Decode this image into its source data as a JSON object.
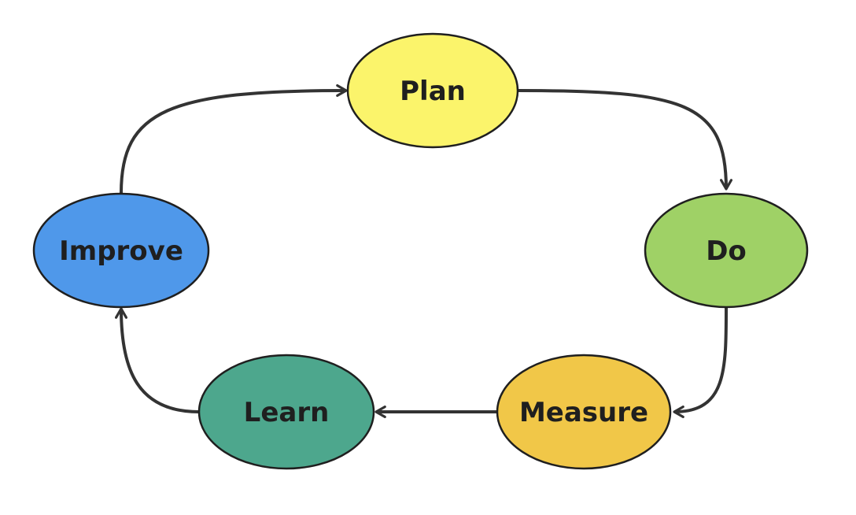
{
  "nodes": [
    {
      "id": "plan",
      "label": "Plan",
      "color": "#fbf46b"
    },
    {
      "id": "do",
      "label": "Do",
      "color": "#9fd166"
    },
    {
      "id": "measure",
      "label": "Measure",
      "color": "#f1c748"
    },
    {
      "id": "learn",
      "label": "Learn",
      "color": "#4da78d"
    },
    {
      "id": "improve",
      "label": "Improve",
      "color": "#4f98ea"
    }
  ],
  "edges": [
    {
      "from": "plan",
      "to": "do"
    },
    {
      "from": "do",
      "to": "measure"
    },
    {
      "from": "measure",
      "to": "learn"
    },
    {
      "from": "learn",
      "to": "improve"
    },
    {
      "from": "improve",
      "to": "plan"
    }
  ],
  "colors": {
    "edge": "#333333",
    "outline": "#1f1f1f",
    "background": "#ffffff"
  }
}
